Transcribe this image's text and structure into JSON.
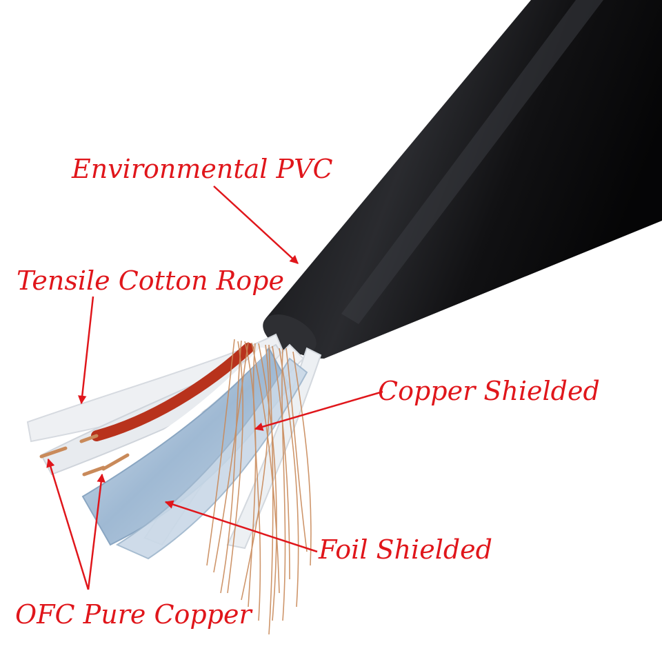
{
  "colors": {
    "label": "#e0161b",
    "arrow": "#e0161b",
    "jacket": "#151517",
    "cotton": "#eef0f3",
    "copper": "#c98a5a",
    "red_core": "#b8321c",
    "foil": "#a9c2da",
    "background": "#ffffff"
  },
  "labels": {
    "environmental_pvc": "Environmental PVC",
    "tensile_cotton_rope": "Tensile Cotton Rope",
    "copper_shielded": "Copper Shielded",
    "foil_shielded": "Foil Shielded",
    "ofc_pure_copper": "OFC Pure Copper"
  }
}
